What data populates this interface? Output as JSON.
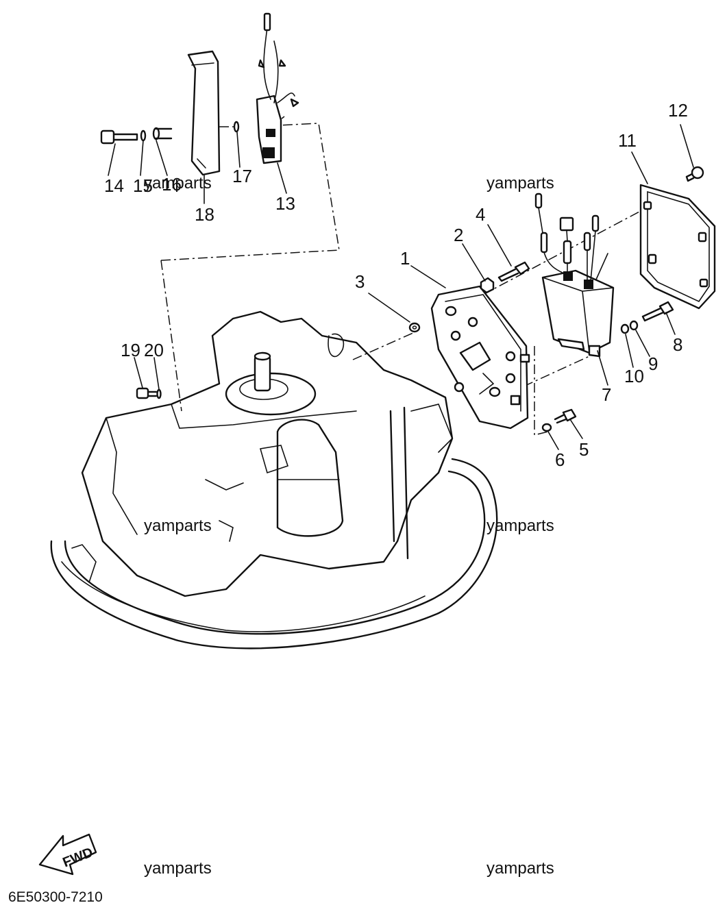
{
  "callouts": [
    {
      "id": "1",
      "label": "1"
    },
    {
      "id": "2",
      "label": "2"
    },
    {
      "id": "3",
      "label": "3"
    },
    {
      "id": "4",
      "label": "4"
    },
    {
      "id": "5",
      "label": "5"
    },
    {
      "id": "6",
      "label": "6"
    },
    {
      "id": "7",
      "label": "7"
    },
    {
      "id": "8",
      "label": "8"
    },
    {
      "id": "9",
      "label": "9"
    },
    {
      "id": "10",
      "label": "10"
    },
    {
      "id": "11",
      "label": "11"
    },
    {
      "id": "12",
      "label": "12"
    },
    {
      "id": "13",
      "label": "13"
    },
    {
      "id": "14",
      "label": "14"
    },
    {
      "id": "15",
      "label": "15"
    },
    {
      "id": "16",
      "label": "16"
    },
    {
      "id": "17",
      "label": "17"
    },
    {
      "id": "18",
      "label": "18"
    },
    {
      "id": "19",
      "label": "19"
    },
    {
      "id": "20",
      "label": "20"
    }
  ],
  "watermarks": [
    "yamparts",
    "yamparts",
    "yamparts",
    "yamparts",
    "yamparts",
    "yamparts"
  ],
  "direction_label": "FWD",
  "diagram_code": "6E50300-7210"
}
